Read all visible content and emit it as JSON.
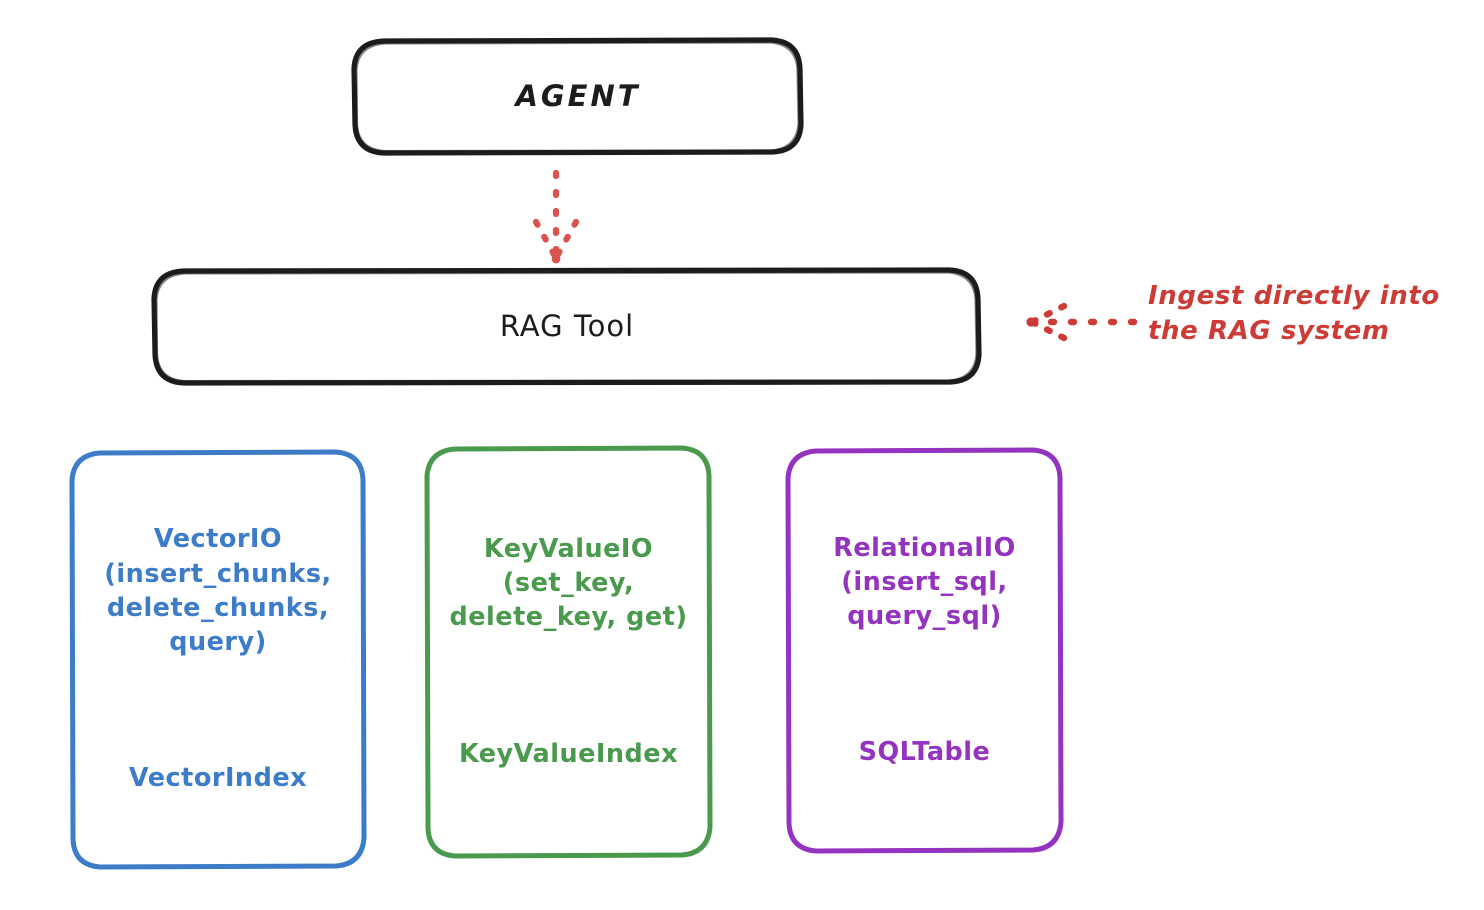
{
  "diagram": {
    "title": "RAG Tool storage abstraction diagram",
    "background": "#ffffff",
    "nodes": {
      "agent": {
        "label": "AGENT",
        "stroke": "#1c1c1c",
        "shape": "rounded-rectangle"
      },
      "rag_tool": {
        "label": "RAG Tool",
        "stroke": "#1c1c1c",
        "shape": "rounded-rectangle"
      },
      "vector_io": {
        "api_label": "VectorIO\n(insert_chunks,\ndelete_chunks,\nquery)",
        "index_label": "VectorIndex",
        "stroke": "#3d7cc9",
        "shape": "rounded-rectangle"
      },
      "key_value_io": {
        "api_label": "KeyValueIO\n(set_key,\ndelete_key, get)",
        "index_label": "KeyValueIndex",
        "stroke": "#4a9a4e",
        "shape": "rounded-rectangle"
      },
      "relational_io": {
        "api_label": "RelationalIO\n(insert_sql,\nquery_sql)",
        "index_label": "SQLTable",
        "stroke": "#9333bf",
        "shape": "rounded-rectangle"
      }
    },
    "edges": {
      "agent_to_rag": {
        "style": "dotted",
        "color": "#d9534f",
        "direction": "down",
        "arrowhead": true,
        "label": ""
      },
      "ingest_arrow": {
        "style": "dotted",
        "color": "#cc3b35",
        "direction": "left",
        "arrowhead": true,
        "label": ""
      }
    },
    "annotations": {
      "ingest_note": "Ingest directly into\nthe RAG system",
      "ingest_note_color": "#cc3b35"
    }
  }
}
